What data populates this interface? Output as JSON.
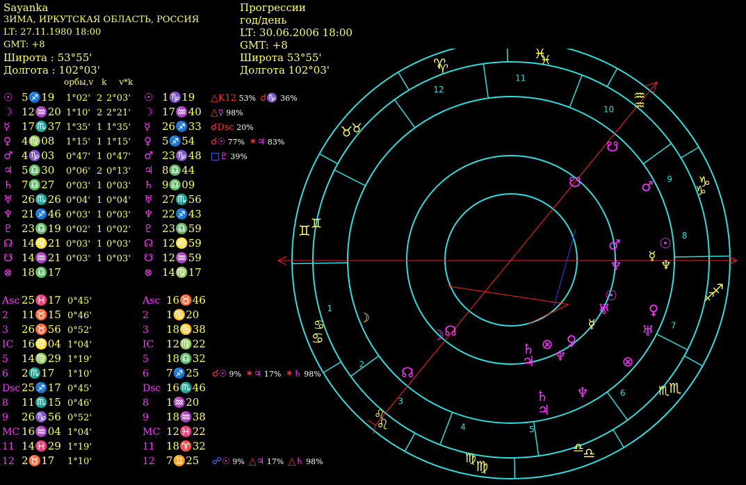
{
  "left_header": {
    "name": "Sayanka",
    "place": "ЗИМА, ИРКУТСКАЯ ОБЛАСТЬ, РОССИЯ",
    "lt": "LT: 27.11.1980  18:00",
    "gmt": "GMT: +8",
    "lat": "Широта :       53°55'",
    "lon": "Долгота :     102°03'"
  },
  "right_header": {
    "title": "Прогрессии",
    "mode": "год/день",
    "lt": "LT: 30.06.2006  18:00",
    "gmt": "GMT: +8",
    "lat": "Широта        53°55'",
    "lon": "Долгота       102°03'"
  },
  "column_headers": {
    "orb": "орбы,v",
    "k": "k",
    "vk": "v*k"
  },
  "natal_planets": [
    {
      "glyph": "☉",
      "pos": "5♐19",
      "orb": "1°02'",
      "k": "2",
      "vk": "2°03'"
    },
    {
      "glyph": "☽",
      "pos": "12♒20",
      "orb": "1°10'",
      "k": "2",
      "vk": "2°21'"
    },
    {
      "glyph": "☿",
      "pos": "17♏37",
      "orb": "1°35'",
      "k": "1",
      "vk": "1°35'"
    },
    {
      "glyph": "♀",
      "pos": "4♍08",
      "orb": "1°15'",
      "k": "1",
      "vk": "1°15'"
    },
    {
      "glyph": "♂",
      "pos": "4♑03",
      "orb": "0°47'",
      "k": "1",
      "vk": "0°47'"
    },
    {
      "glyph": "♃",
      "pos": "5♎30",
      "orb": "0°06'",
      "k": "2",
      "vk": "0°13'"
    },
    {
      "glyph": "♄",
      "pos": "7♎27",
      "orb": "0°03'",
      "k": "1",
      "vk": "0°03'"
    },
    {
      "glyph": "♅",
      "pos": "26♏26",
      "orb": "0°04'",
      "k": "1",
      "vk": "0°04'"
    },
    {
      "glyph": "♆",
      "pos": "21♐46",
      "orb": "0°03'",
      "k": "1",
      "vk": "0°03'"
    },
    {
      "glyph": "♇",
      "pos": "23♎19",
      "orb": "0°02'",
      "k": "1",
      "vk": "0°02'"
    },
    {
      "glyph": "☊",
      "pos": "14♌21",
      "orb": "0°03'",
      "k": "1",
      "vk": "0°03'"
    },
    {
      "glyph": "☋",
      "pos": "14♒21",
      "orb": "0°03'",
      "k": "1",
      "vk": "0°03'"
    },
    {
      "glyph": "⊗",
      "pos": "18♎17",
      "orb": "",
      "k": "",
      "vk": ""
    }
  ],
  "prog_planets": [
    {
      "glyph": "☉",
      "pos": "1♑19",
      "aspects": [
        {
          "g": "△",
          "t": "K12",
          "p": "53%",
          "c": "red"
        },
        {
          "g": "☌",
          "t": "♑",
          "p": "36%",
          "c": "red"
        }
      ]
    },
    {
      "glyph": "☽",
      "pos": "17♒40",
      "aspects": [
        {
          "g": "△",
          "t": "☿",
          "p": "98%",
          "c": "red"
        }
      ]
    },
    {
      "glyph": "☿",
      "pos": "26♐33",
      "aspects": [
        {
          "g": "☌",
          "t": "Dsc",
          "p": "20%",
          "c": "red"
        }
      ]
    },
    {
      "glyph": "♀",
      "pos": "5♐54",
      "aspects": [
        {
          "g": "☌",
          "t": "☉",
          "p": "77%",
          "c": "red"
        },
        {
          "g": "✶",
          "t": "♃",
          "p": "83%",
          "c": "red"
        }
      ]
    },
    {
      "glyph": "♂",
      "pos": "23♑48",
      "aspects": [
        {
          "g": "□",
          "t": "♇",
          "p": "39%",
          "c": "blue"
        }
      ]
    },
    {
      "glyph": "♃",
      "pos": "8♎44",
      "aspects": []
    },
    {
      "glyph": "♄",
      "pos": "9♎09",
      "aspects": []
    },
    {
      "glyph": "♅",
      "pos": "27♏56",
      "aspects": []
    },
    {
      "glyph": "♆",
      "pos": "22♐43",
      "aspects": []
    },
    {
      "glyph": "♇",
      "pos": "23♎59",
      "aspects": []
    },
    {
      "glyph": "☊",
      "pos": "12♌59",
      "aspects": []
    },
    {
      "glyph": "☋",
      "pos": "12♒59",
      "aspects": []
    },
    {
      "glyph": "⊗",
      "pos": "14♍17",
      "aspects": []
    }
  ],
  "natal_houses": [
    {
      "label": "Asc",
      "pos": "25♓17",
      "orb": "0°45'"
    },
    {
      "label": "2",
      "pos": "11♉15",
      "orb": "0°46'"
    },
    {
      "label": "3",
      "pos": "26♉56",
      "orb": "0°52'"
    },
    {
      "label": "IC",
      "pos": "16♌04",
      "orb": "1°04'"
    },
    {
      "label": "5",
      "pos": "14♍29",
      "orb": "1°19'"
    },
    {
      "label": "6",
      "pos": "2♏17",
      "orb": "1°10'"
    },
    {
      "label": "Dsc",
      "pos": "25♐17",
      "orb": "0°45'"
    },
    {
      "label": "8",
      "pos": "11♏15",
      "orb": "0°46'"
    },
    {
      "label": "9",
      "pos": "26♑56",
      "orb": "0°52'"
    },
    {
      "label": "MC",
      "pos": "16♒04",
      "orb": "1°04'"
    },
    {
      "label": "11",
      "pos": "14♓29",
      "orb": "1°19'"
    },
    {
      "label": "12",
      "pos": "2♉17",
      "orb": "1°10'"
    }
  ],
  "prog_houses": [
    {
      "label": "Asc",
      "pos": "16♉46",
      "aspects": []
    },
    {
      "label": "2",
      "pos": "1♋20",
      "aspects": []
    },
    {
      "label": "3",
      "pos": "18♋38",
      "aspects": []
    },
    {
      "label": "IC",
      "pos": "12♍22",
      "aspects": []
    },
    {
      "label": "5",
      "pos": "18♎32",
      "aspects": []
    },
    {
      "label": "6",
      "pos": "7♐25",
      "aspects": [
        {
          "g": "☌",
          "t": "☉",
          "p": "9%",
          "c": "red"
        },
        {
          "g": "✶",
          "t": "♃",
          "p": "17%",
          "c": "red"
        },
        {
          "g": "✶",
          "t": "♄",
          "p": "98%",
          "c": "red"
        }
      ]
    },
    {
      "label": "Dsc",
      "pos": "16♏46",
      "aspects": []
    },
    {
      "label": "8",
      "pos": "1♒20",
      "aspects": []
    },
    {
      "label": "9",
      "pos": "18♒38",
      "aspects": []
    },
    {
      "label": "MC",
      "pos": "12♓22",
      "aspects": []
    },
    {
      "label": "11",
      "pos": "18♈32",
      "aspects": []
    },
    {
      "label": "12",
      "pos": "7♊25",
      "aspects": [
        {
          "g": "☍",
          "t": "☉",
          "p": "9%",
          "c": "blue"
        },
        {
          "g": "△",
          "t": "♃",
          "p": "17%",
          "c": "red"
        },
        {
          "g": "△",
          "t": "♄",
          "p": "98%",
          "c": "red"
        }
      ]
    }
  ],
  "wheel": {
    "signs": [
      "♈",
      "♓",
      "♒",
      "♑",
      "♐",
      "♏",
      "♎",
      "♍",
      "♌",
      "♋",
      "♊",
      "♉"
    ],
    "house_numbers": [
      "1",
      "2",
      "3",
      "4",
      "5",
      "6",
      "7",
      "8",
      "9",
      "10",
      "11",
      "12"
    ],
    "colors": {
      "ring": "#33dddd",
      "sign": "#ffff66",
      "planet_outer": "#ff33ff",
      "planet_inner": "#ffff66",
      "axis": "#ff2222",
      "aspect_blue": "#3344ff"
    }
  }
}
